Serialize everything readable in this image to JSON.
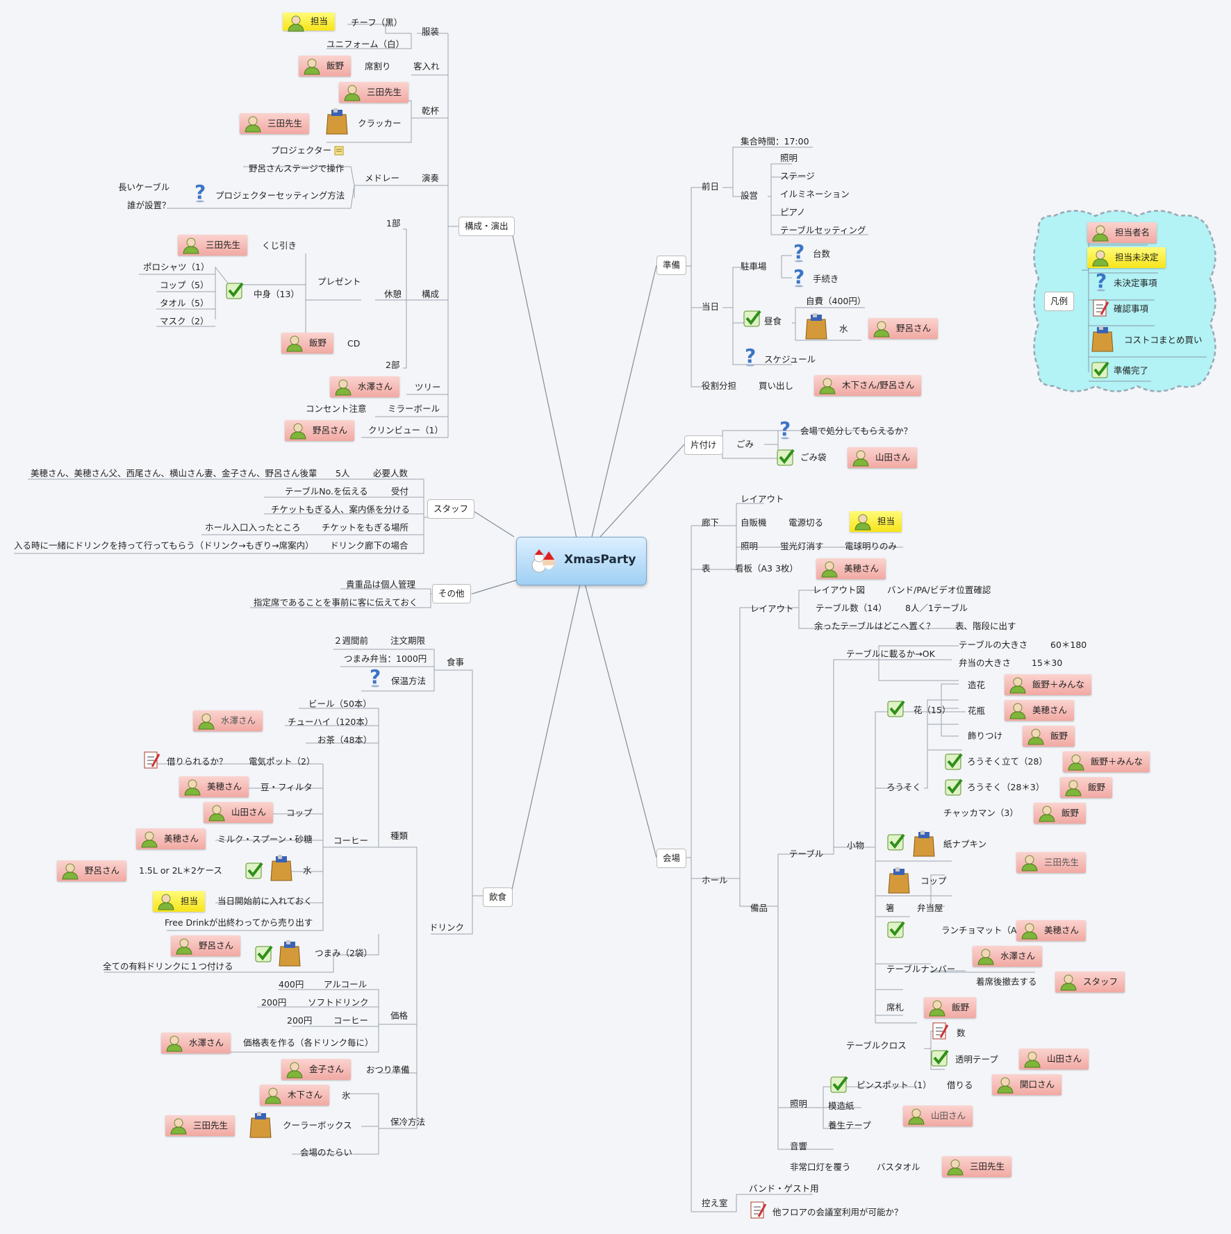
{
  "center": {
    "title": "XmasParty"
  },
  "colors": {
    "assignee": "#f4b4ae",
    "unassigned": "#f9ec3a",
    "line": "#7f8c9a",
    "legend_bg": "#b3f2f5"
  },
  "nodes": {
    "main": [
      "構成・演出",
      "スタッフ",
      "その他",
      "飲食",
      "準備",
      "片付け",
      "会場"
    ],
    "kousei": [
      "服装",
      "チーフ（黒）",
      "ユニフォーム（白）",
      "客入れ",
      "席割り",
      "乾杯",
      "クラッカー",
      "演奏",
      "メドレー",
      "プロジェクター",
      "野呂さんステージで操作",
      "プロジェクターセッティング方法",
      "長いケーブル",
      "誰が設置？",
      "構成",
      "1部",
      "休憩",
      "プレゼント",
      "くじ引き",
      "中身（13）",
      "ポロシャツ（1）",
      "コップ（5）",
      "タオル（5）",
      "マスク（2）",
      "CD",
      "2部",
      "ツリー",
      "ミラーボール",
      "コンセント注意",
      "クリンビュー（1）"
    ],
    "staff": [
      "必要人数",
      "5人",
      "美穂さん、美穂さん父、西尾さん、横山さん妻、金子さん、野呂さん後輩",
      "受付",
      "テーブルNo.を伝える",
      "チケットもぎる人、案内係を分ける",
      "チケットをもぎる場所",
      "ホール入口入ったところ",
      "ドリンク廊下の場合",
      "入る時に一緒にドリンクを持って行ってもらう（ドリンク→もぎり→席案内）"
    ],
    "other": [
      "貴重品は個人管理",
      "指定席であることを事前に客に伝えておく"
    ],
    "food": [
      "食事",
      "注文期限",
      "２週間前",
      "つまみ弁当：1000円",
      "保温方法",
      "種類",
      "ビール（50本）",
      "チューハイ（120本）",
      "お茶（48本）",
      "コーヒー",
      "電気ポット（2）",
      "借りられるか？",
      "豆・フィルタ",
      "コップ",
      "ミルク・スプーン・砂糖",
      "水",
      "1.5L or 2L＊2ケース",
      "当日開始前に入れておく",
      "Free Drinkが出終わってから売り出す",
      "ドリンク",
      "つまみ（2袋）",
      "全ての有料ドリンクに１つ付ける",
      "価格",
      "アルコール",
      "400円",
      "ソフトドリンク",
      "200円",
      "コーヒー",
      "200円",
      "価格表を作る（各ドリンク毎に）",
      "おつり準備",
      "保冷方法",
      "氷",
      "クーラーボックス",
      "会場のたらい"
    ],
    "prep": [
      "前日",
      "集合時間：17:00",
      "設営",
      "照明",
      "ステージ",
      "イルミネーション",
      "ピアノ",
      "テーブルセッティング",
      "当日",
      "駐車場",
      "台数",
      "手続き",
      "昼食",
      "自費（400円）",
      "水",
      "スケジュール",
      "役割分担",
      "買い出し"
    ],
    "cleanup": [
      "ごみ",
      "会場で処分してもらえるか？",
      "ごみ袋"
    ],
    "venue": [
      "廊下",
      "レイアウト",
      "自販機",
      "電源切る",
      "照明",
      "蛍光灯消す",
      "電球明りのみ",
      "表",
      "看板（A3 3枚）",
      "ホール",
      "レイアウト",
      "レイアウト図",
      "バンド/PA/ビデオ位置確認",
      "テーブル数（14）",
      "8人／1テーブル",
      "余ったテーブルはどこへ置く？",
      "表、階段に出す",
      "備品",
      "テーブル",
      "テーブルに載るか→OK",
      "テーブルの大きさ",
      "60＊180",
      "弁当の大きさ",
      "15＊30",
      "小物",
      "花（15）",
      "造花",
      "花瓶",
      "飾りつけ",
      "ろうそく",
      "ろうそく立て（28）",
      "ろうそく（28＊3）",
      "チャッカマン（3）",
      "紙ナプキン",
      "コップ",
      "箸",
      "弁当屋",
      "ランチョマット（A4）",
      "テーブルナンバー",
      "着席後撤去する",
      "席札",
      "テーブルクロス",
      "数",
      "透明テープ",
      "照明",
      "ピンスポット（1）",
      "借りる",
      "模造紙",
      "養生テープ",
      "音響",
      "非常口灯を覆う",
      "バスタオル",
      "控え室",
      "バンド・ゲスト用",
      "他フロアの会議室利用が可能か？"
    ]
  },
  "people": {
    "tanto": "担当",
    "iino": "飯野",
    "mita": "三田先生",
    "mizusawa": "水澤さん",
    "noro": "野呂さん",
    "miho": "美穂さん",
    "yamada": "山田さん",
    "kaneko": "金子さん",
    "kinoshita": "木下さん",
    "staff": "スタッフ",
    "sekiguchi": "関口さん",
    "iino_all": "飯野＋みんな",
    "kino_noro": "木下さん/野呂さん"
  },
  "legend": {
    "title": "凡例",
    "items": [
      "担当者名",
      "担当未決定",
      "未決定事項",
      "確認事項",
      "コストコまとめ買い",
      "準備完了"
    ]
  }
}
